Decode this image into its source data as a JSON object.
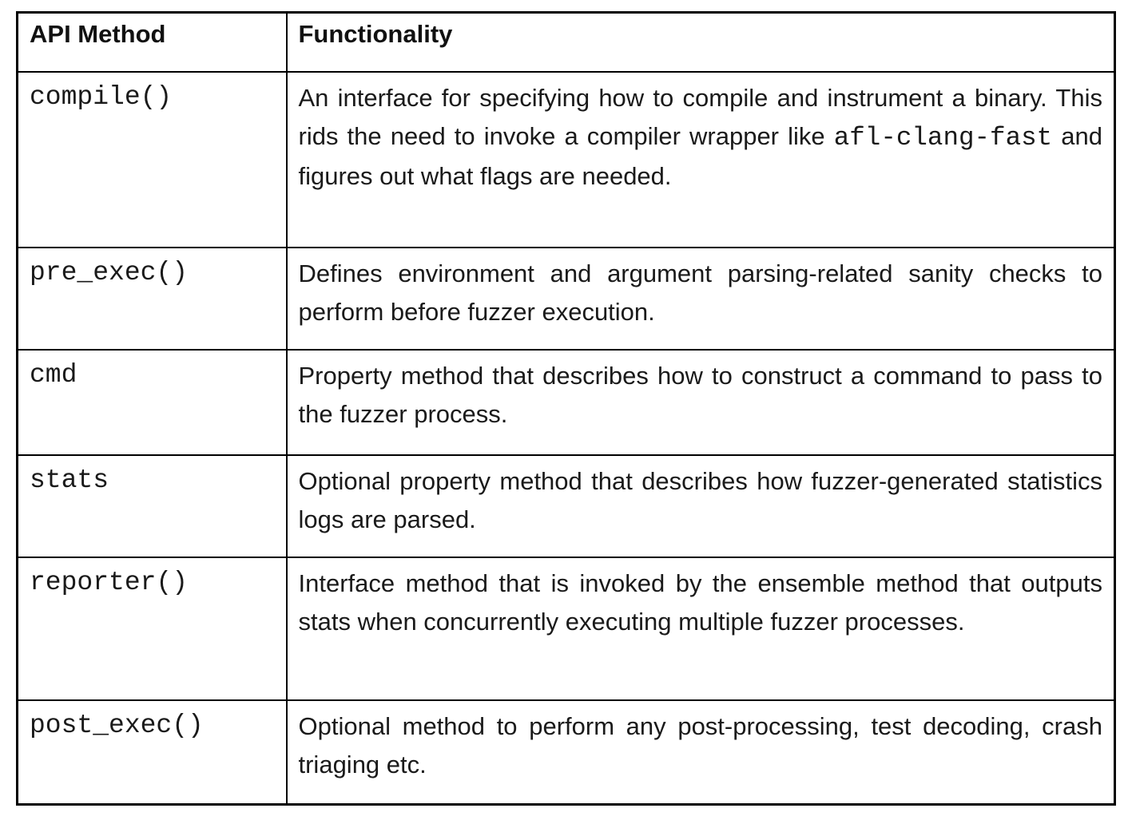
{
  "table": {
    "columns": [
      "API Method",
      "Functionality"
    ],
    "rows": [
      {
        "method": "compile()",
        "description": [
          {
            "type": "text",
            "value": "An interface for specifying how to compile and instrument a binary. This rids the need to invoke a compiler wrapper like "
          },
          {
            "type": "code",
            "value": "afl-clang-fast"
          },
          {
            "type": "text",
            "value": " and figures out what flags are needed."
          }
        ]
      },
      {
        "method": "pre_exec()",
        "description": [
          {
            "type": "text",
            "value": "Defines environment and argument parsing-related sanity checks to perform before fuzzer execution."
          }
        ]
      },
      {
        "method": "cmd",
        "description": [
          {
            "type": "text",
            "value": "Property method that describes how to construct a command to pass to the fuzzer process."
          }
        ]
      },
      {
        "method": "stats",
        "description": [
          {
            "type": "text",
            "value": "Optional property method that describes how fuzzer-generated statistics logs are parsed."
          }
        ]
      },
      {
        "method": "reporter()",
        "description": [
          {
            "type": "text",
            "value": "Interface method that is invoked by the ensemble method that outputs stats when concurrently executing multiple fuzzer processes."
          }
        ]
      },
      {
        "method": "post_exec()",
        "description": [
          {
            "type": "text",
            "value": "Optional method to perform any post-processing, test decoding, crash triaging etc."
          }
        ]
      }
    ]
  }
}
